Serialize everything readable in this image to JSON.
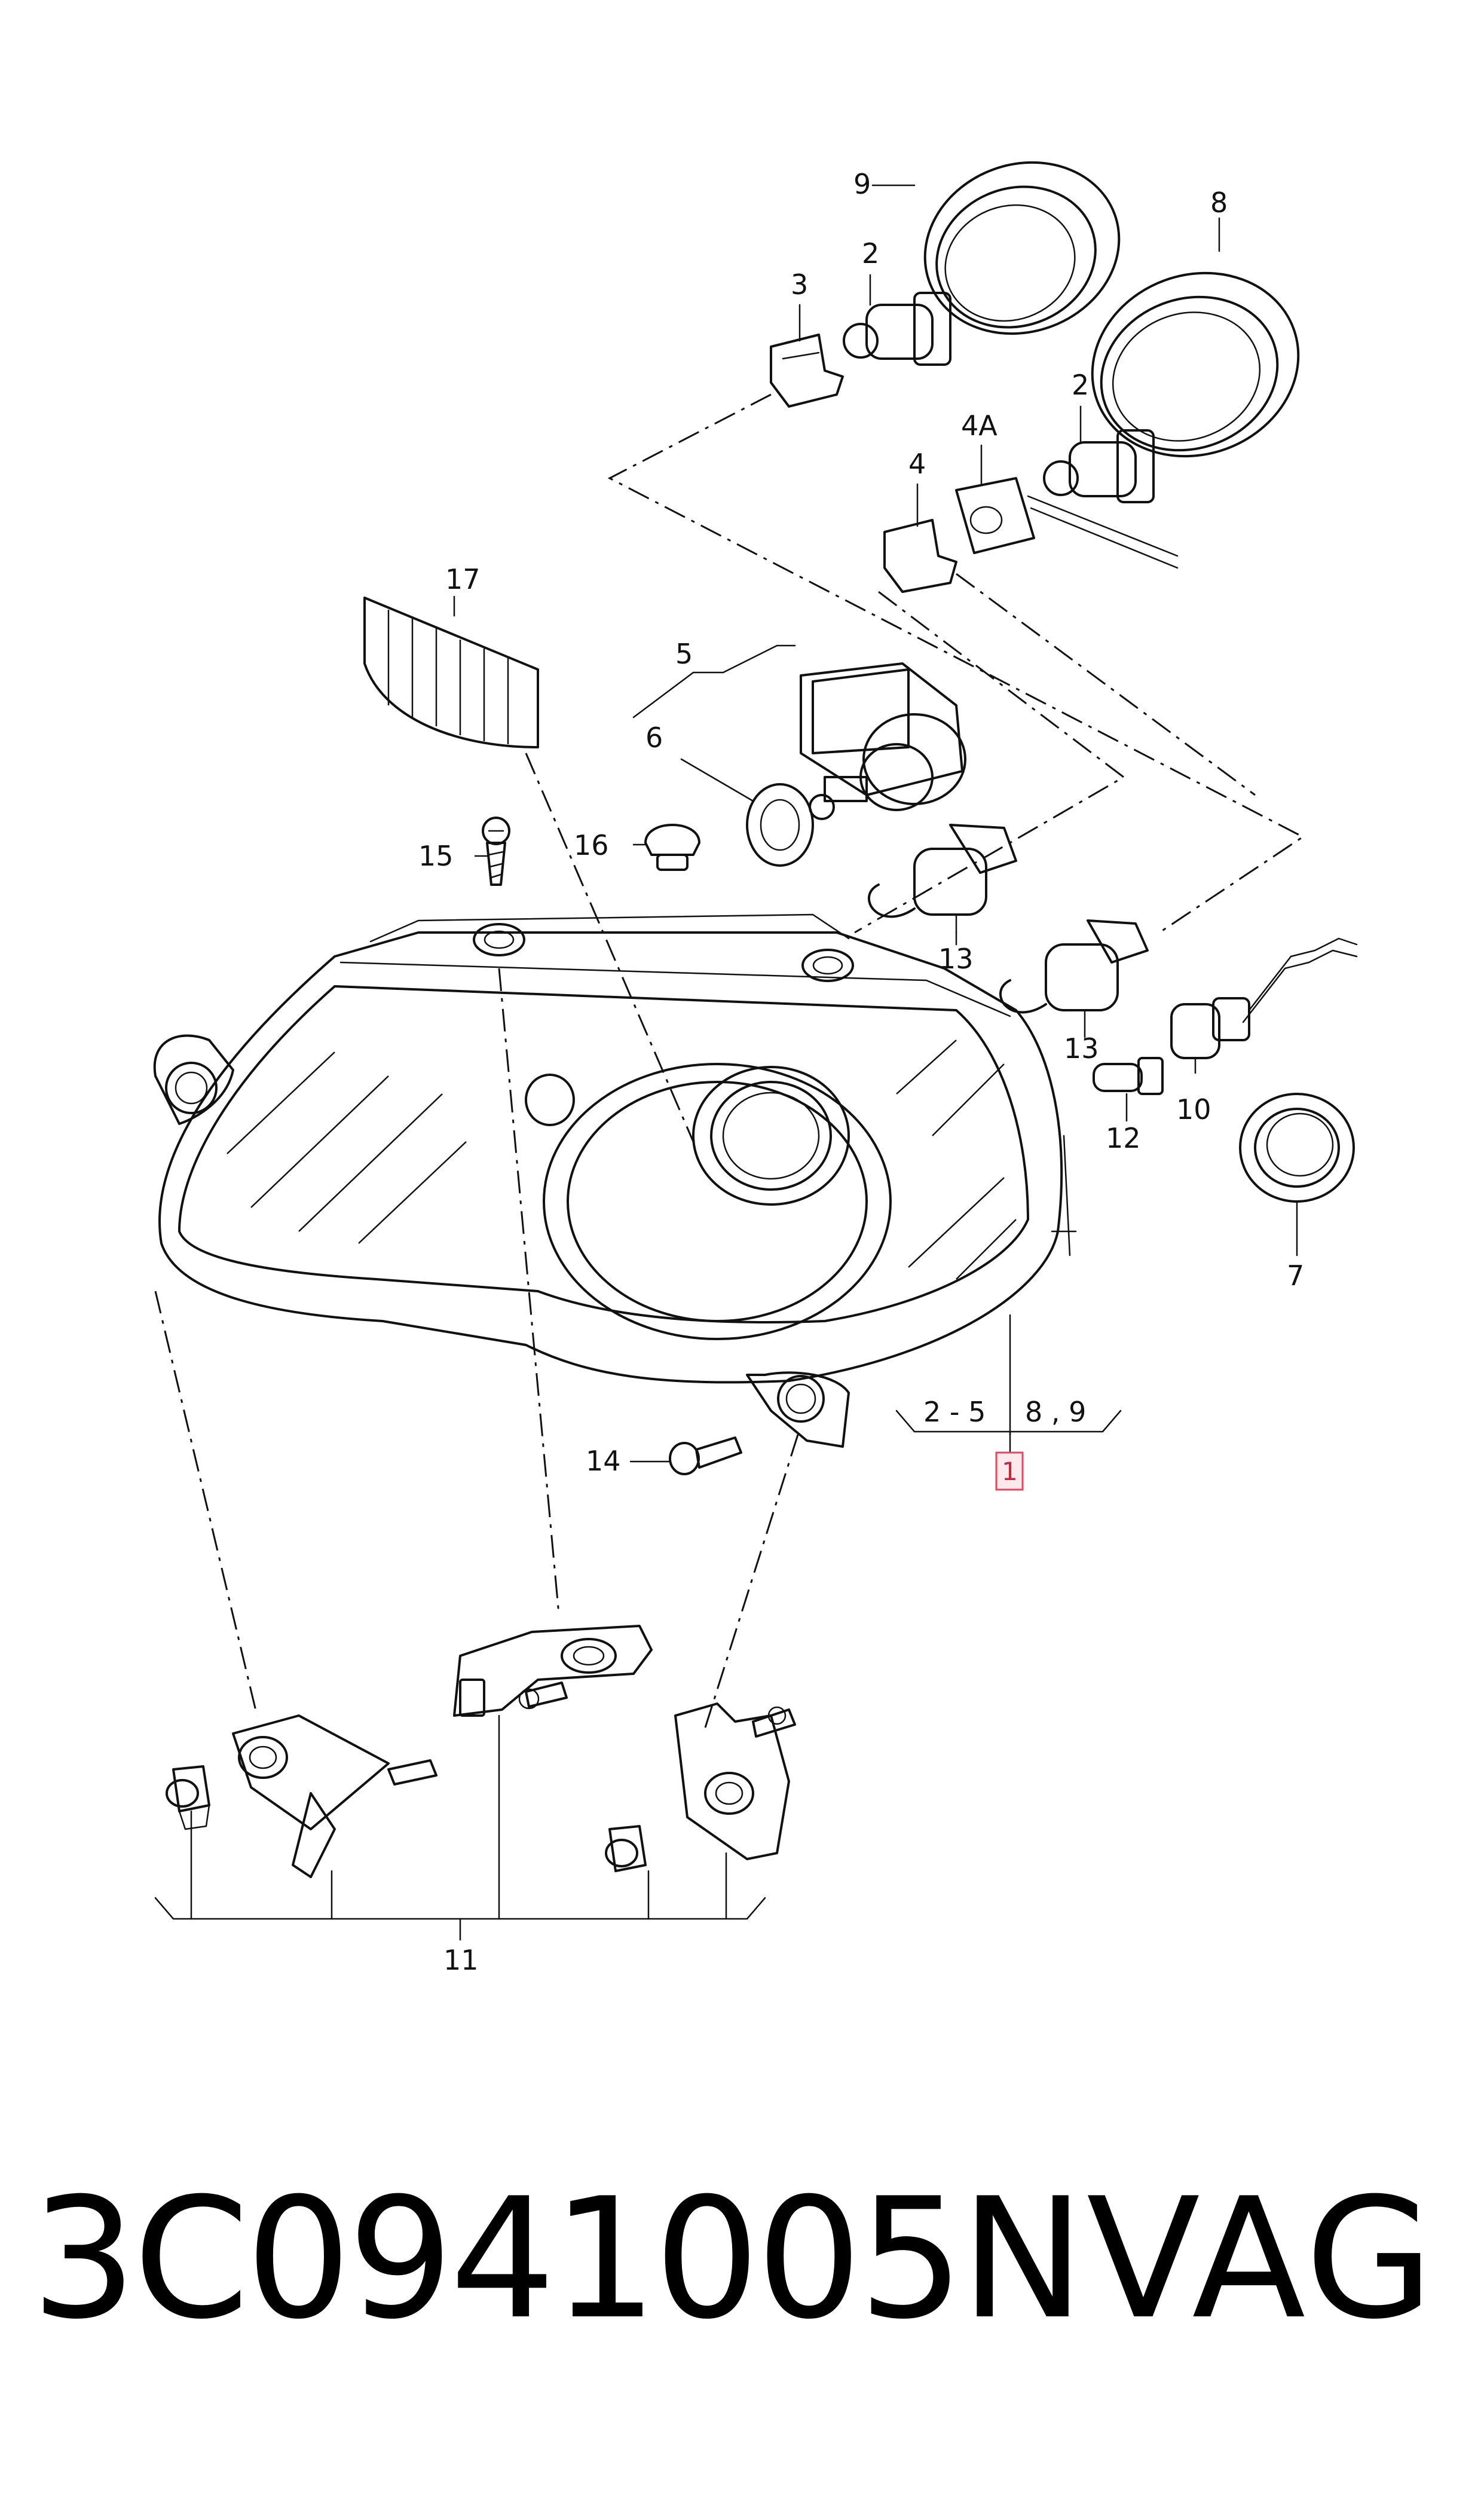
{
  "diagram": {
    "callouts": {
      "c1": "1",
      "c2a": "2",
      "c2b": "2",
      "c3": "3",
      "c4": "4",
      "c4a": "4A",
      "c5": "5",
      "c6": "6",
      "c7": "7",
      "c8": "8",
      "c9": "9",
      "c10": "10",
      "c11": "11",
      "c12": "12",
      "c13a": "13",
      "c13b": "13",
      "c14": "14",
      "c15": "15",
      "c16": "16",
      "c17": "17",
      "group_a": "2 - 5",
      "group_b": "8 , 9"
    },
    "highlight_color": "#e0485f"
  },
  "footer": {
    "part_number": "3C0941005N",
    "brand": "VAG"
  }
}
